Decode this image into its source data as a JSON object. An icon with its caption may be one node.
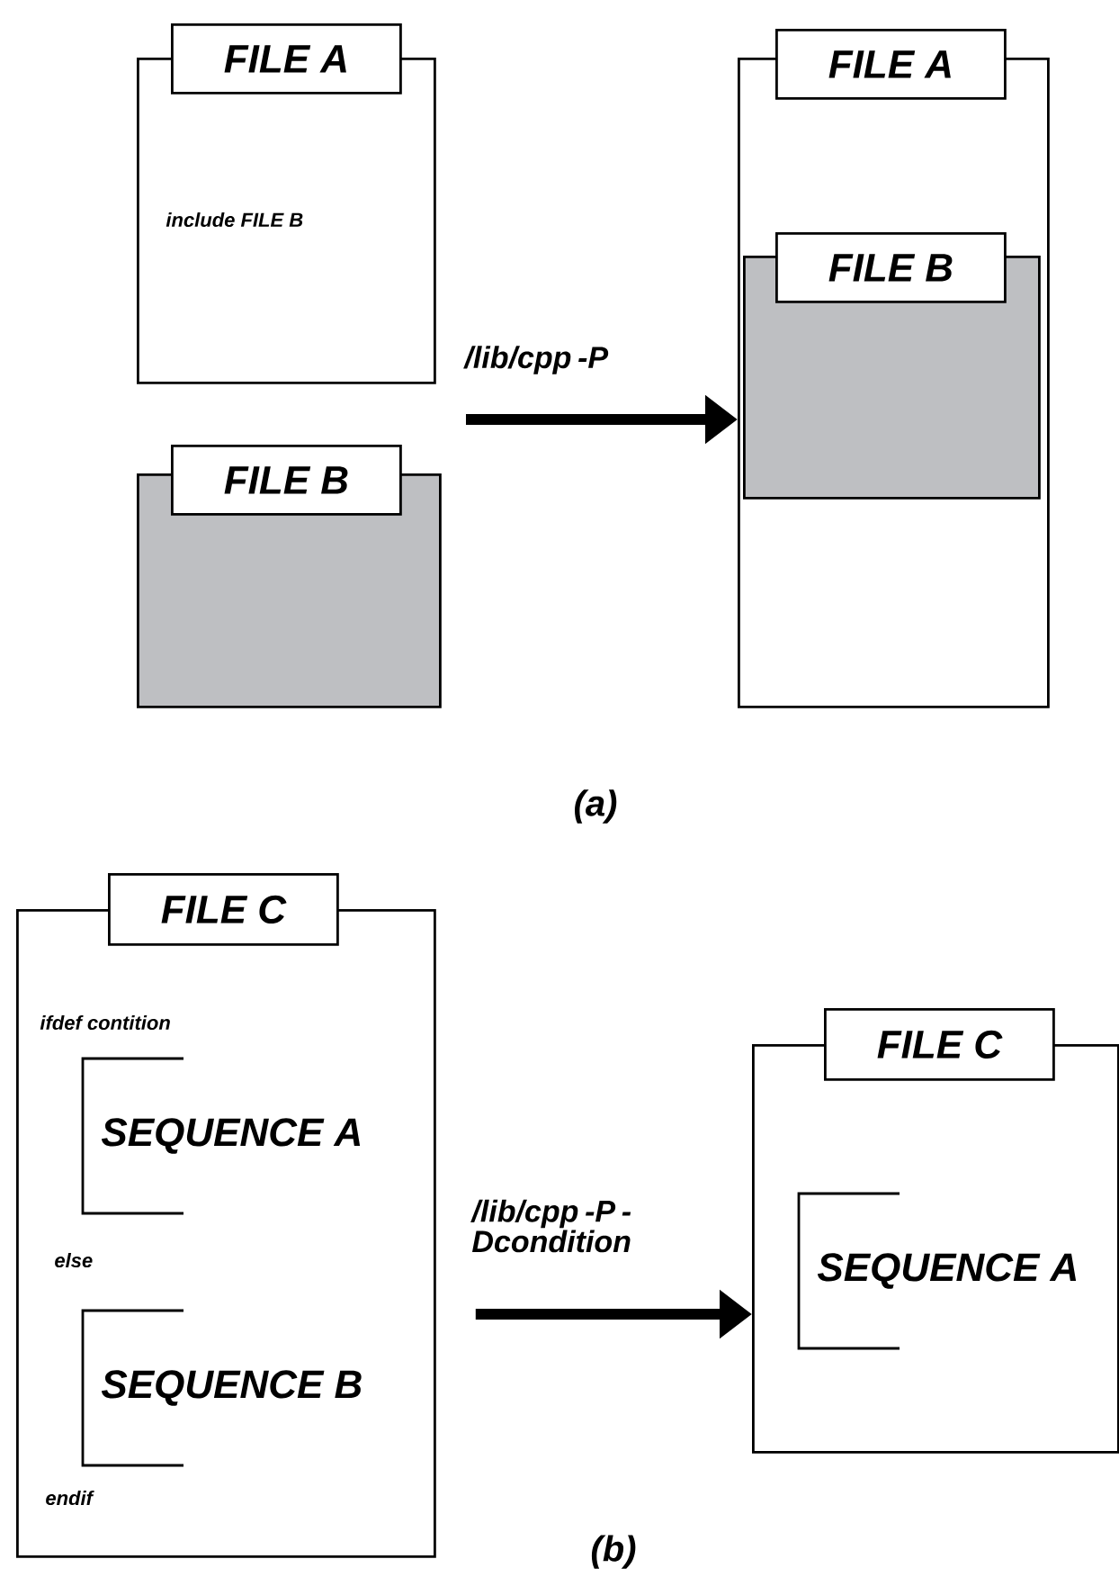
{
  "diagram": {
    "nodes": [
      {
        "text": [
          "FILE A",
          "include FILE B"
        ]
      },
      {
        "text": [
          "FILE B"
        ]
      },
      {
        "text": [
          "FILE A"
        ]
      },
      {
        "text": [
          "FILE B"
        ],
        "in": 2
      },
      {
        "text": [
          "FILE C",
          "ifdef contition",
          "else",
          "endif"
        ]
      },
      {
        "text": [
          "SEQUENCE A"
        ],
        "in": 4
      },
      {
        "text": [
          "SEQUENCE B"
        ],
        "in": 4
      },
      {
        "text": [
          "FILE C"
        ]
      },
      {
        "text": [
          "SEQUENCE A"
        ],
        "in": 7
      }
    ],
    "edges": [
      {
        "from": null,
        "to": 2,
        "arrow": "to",
        "label": "/lib/cpp -P"
      },
      {
        "from": 4,
        "to": 7,
        "arrow": "to",
        "label": "/lib/cpp -P -Dcondition"
      }
    ],
    "labels": [
      "(a)",
      "(b)"
    ]
  }
}
